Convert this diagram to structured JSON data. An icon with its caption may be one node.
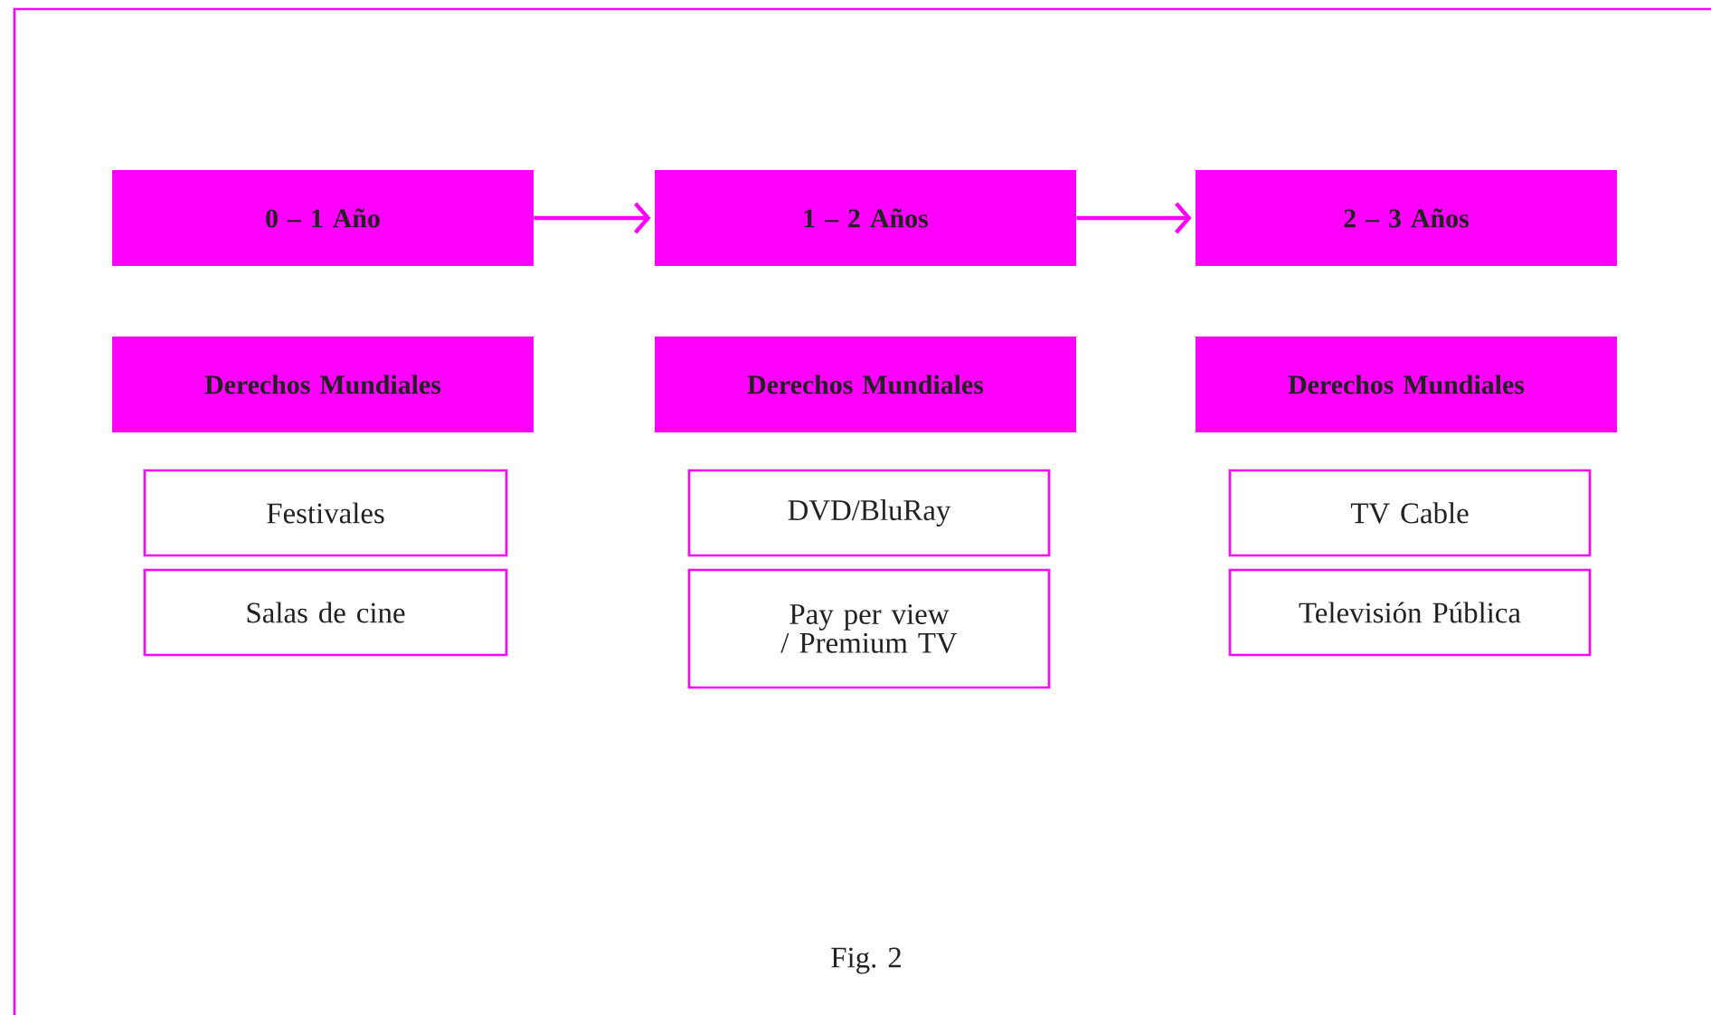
{
  "diagram": {
    "caption": "Fig. 2",
    "nodes": [
      {
        "text": [
          "0 – 1 Año"
        ]
      },
      {
        "text": [
          "1 – 2 Años"
        ]
      },
      {
        "text": [
          "2 – 3 Años"
        ]
      },
      {
        "text": [
          "Derechos Mundiales"
        ]
      },
      {
        "text": [
          "Derechos Mundiales"
        ]
      },
      {
        "text": [
          "Derechos Mundiales"
        ]
      },
      {
        "text": [
          "Festivales"
        ]
      },
      {
        "text": [
          "DVD/BluRay"
        ]
      },
      {
        "text": [
          "TV Cable"
        ]
      },
      {
        "text": [
          "Salas de cine"
        ]
      },
      {
        "text": [
          "Pay per view / Premium TV"
        ]
      },
      {
        "text": [
          "Televisión Pública"
        ]
      }
    ],
    "edges": [
      {
        "from": 0,
        "to": 1,
        "arrow": "to"
      },
      {
        "from": 1,
        "to": 2,
        "arrow": "to"
      }
    ]
  }
}
